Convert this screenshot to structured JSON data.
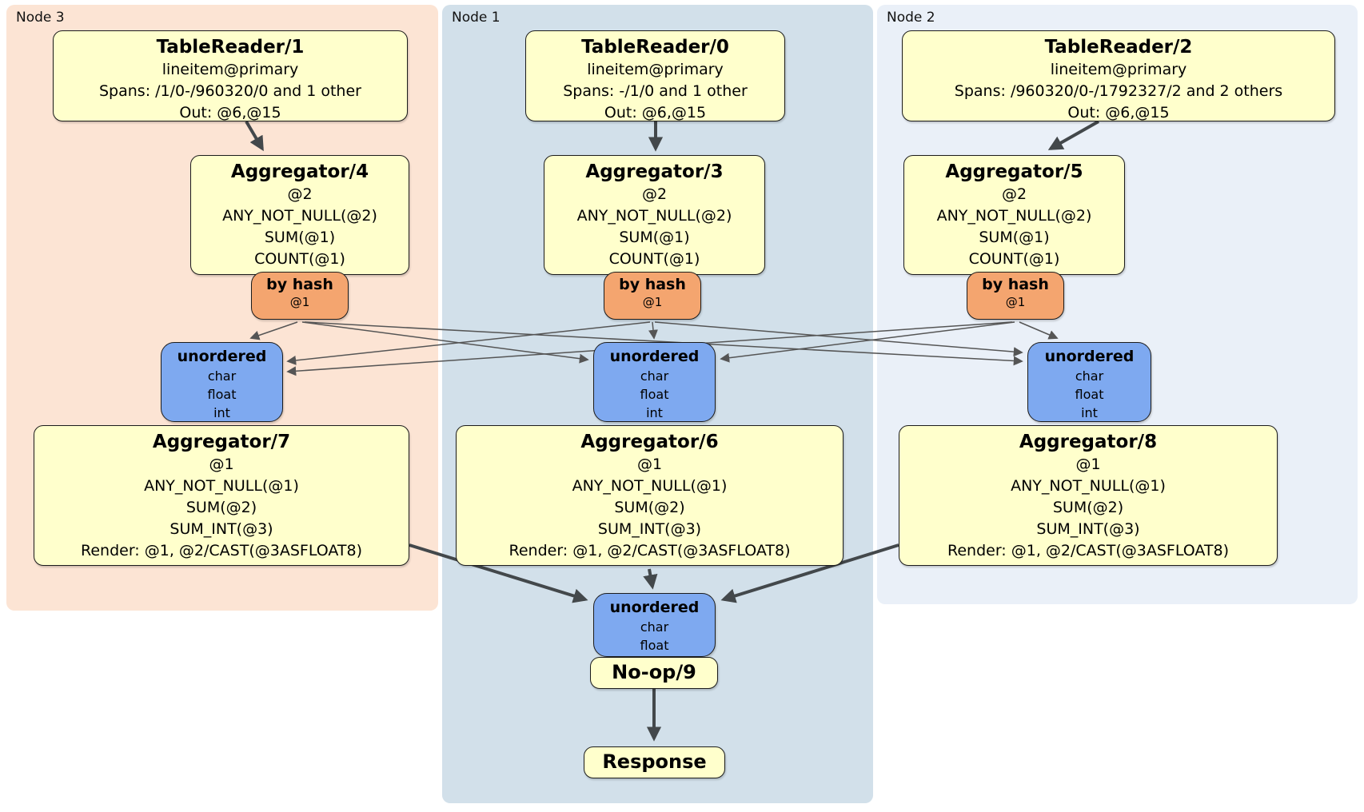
{
  "regions": {
    "node3": {
      "label": "Node 3",
      "bg": "#FCE4D4"
    },
    "node1": {
      "label": "Node 1",
      "bg": "#D2E0EA"
    },
    "node2": {
      "label": "Node 2",
      "bg": "#EAF0F8"
    }
  },
  "colors": {
    "processor_fill": "#FFFFCC",
    "router_fill": "#F4A56F",
    "stream_fill": "#7EA9F0",
    "edge_thin": "#555555",
    "edge_thick": "#43484B"
  },
  "boxes": {
    "tr1": {
      "title": "TableReader/1",
      "lines": [
        "lineitem@primary",
        "Spans: /1/0-/960320/0 and 1 other",
        "Out: @6,@15"
      ]
    },
    "tr0": {
      "title": "TableReader/0",
      "lines": [
        "lineitem@primary",
        "Spans: -/1/0 and 1 other",
        "Out: @6,@15"
      ]
    },
    "tr2": {
      "title": "TableReader/2",
      "lines": [
        "lineitem@primary",
        "Spans: /960320/0-/1792327/2 and 2 others",
        "Out: @6,@15"
      ]
    },
    "agg4": {
      "title": "Aggregator/4",
      "lines": [
        "@2",
        "ANY_NOT_NULL(@2)",
        "SUM(@1)",
        "COUNT(@1)"
      ]
    },
    "agg3": {
      "title": "Aggregator/3",
      "lines": [
        "@2",
        "ANY_NOT_NULL(@2)",
        "SUM(@1)",
        "COUNT(@1)"
      ]
    },
    "agg5": {
      "title": "Aggregator/5",
      "lines": [
        "@2",
        "ANY_NOT_NULL(@2)",
        "SUM(@1)",
        "COUNT(@1)"
      ]
    },
    "byhash3": {
      "title": "by hash",
      "lines": [
        "@1"
      ]
    },
    "byhash1": {
      "title": "by hash",
      "lines": [
        "@1"
      ]
    },
    "byhash2": {
      "title": "by hash",
      "lines": [
        "@1"
      ]
    },
    "unordered3": {
      "title": "unordered",
      "lines": [
        "char",
        "float",
        "int"
      ]
    },
    "unordered1": {
      "title": "unordered",
      "lines": [
        "char",
        "float",
        "int"
      ]
    },
    "unordered2": {
      "title": "unordered",
      "lines": [
        "char",
        "float",
        "int"
      ]
    },
    "agg7": {
      "title": "Aggregator/7",
      "lines": [
        "@1",
        "ANY_NOT_NULL(@1)",
        "SUM(@2)",
        "SUM_INT(@3)",
        "Render: @1, @2/CAST(@3ASFLOAT8)"
      ]
    },
    "agg6": {
      "title": "Aggregator/6",
      "lines": [
        "@1",
        "ANY_NOT_NULL(@1)",
        "SUM(@2)",
        "SUM_INT(@3)",
        "Render: @1, @2/CAST(@3ASFLOAT8)"
      ]
    },
    "agg8": {
      "title": "Aggregator/8",
      "lines": [
        "@1",
        "ANY_NOT_NULL(@1)",
        "SUM(@2)",
        "SUM_INT(@3)",
        "Render: @1, @2/CAST(@3ASFLOAT8)"
      ]
    },
    "unorderedF": {
      "title": "unordered",
      "lines": [
        "char",
        "float"
      ]
    },
    "noop": {
      "title": "No-op/9"
    },
    "response": {
      "title": "Response"
    }
  },
  "edges": {
    "flow": [
      {
        "from": "TableReader/1",
        "to": "Aggregator/4"
      },
      {
        "from": "TableReader/0",
        "to": "Aggregator/3"
      },
      {
        "from": "TableReader/2",
        "to": "Aggregator/5"
      },
      {
        "from": "Aggregator/7",
        "to": "unordered(final)"
      },
      {
        "from": "Aggregator/6",
        "to": "unordered(final)"
      },
      {
        "from": "Aggregator/8",
        "to": "unordered(final)"
      },
      {
        "from": "No-op/9",
        "to": "Response"
      }
    ],
    "routing": [
      {
        "from": "by hash (Node 3)",
        "to": "unordered (Node 3)"
      },
      {
        "from": "by hash (Node 3)",
        "to": "unordered (Node 1)"
      },
      {
        "from": "by hash (Node 3)",
        "to": "unordered (Node 2)"
      },
      {
        "from": "by hash (Node 1)",
        "to": "unordered (Node 3)"
      },
      {
        "from": "by hash (Node 1)",
        "to": "unordered (Node 1)"
      },
      {
        "from": "by hash (Node 1)",
        "to": "unordered (Node 2)"
      },
      {
        "from": "by hash (Node 2)",
        "to": "unordered (Node 3)"
      },
      {
        "from": "by hash (Node 2)",
        "to": "unordered (Node 1)"
      },
      {
        "from": "by hash (Node 2)",
        "to": "unordered (Node 2)"
      }
    ]
  }
}
